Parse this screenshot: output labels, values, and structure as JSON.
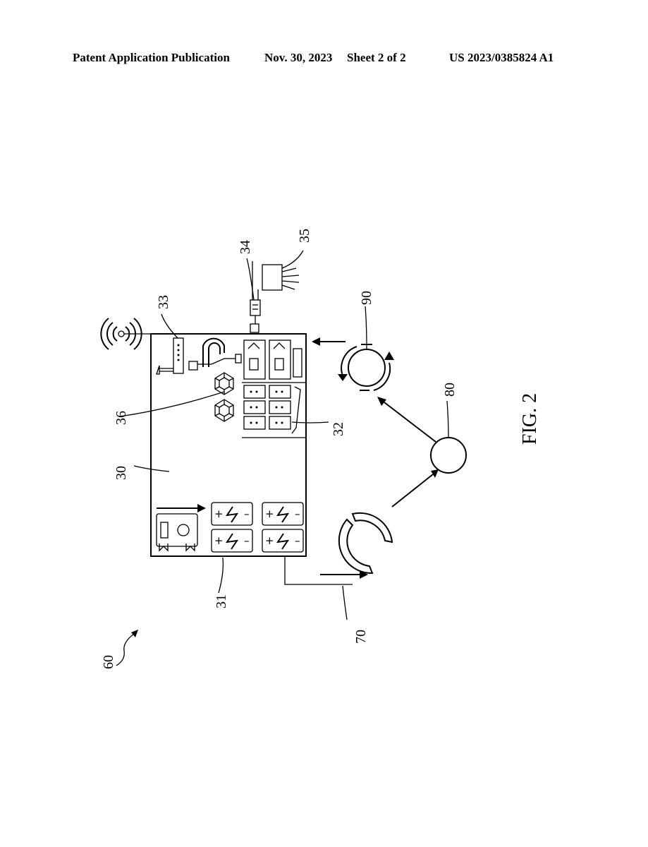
{
  "header": {
    "publication": "Patent Application Publication",
    "date": "Nov. 30, 2023",
    "sheet": "Sheet 2 of 2",
    "number": "US 2023/0385824 A1"
  },
  "figure": {
    "caption": "FIG. 2",
    "labels": {
      "system": "60",
      "device": "30",
      "battery_module": "31",
      "circuit_board_module": "32",
      "network_module": "33",
      "connector": "34",
      "cable": "35",
      "crystal_structure": "36",
      "collection_stage": "70",
      "processing_stage": "80",
      "recycling_stage": "90"
    }
  },
  "icons": [
    "wifi-signal-icon",
    "router-icon",
    "plug-icon",
    "hook-icon",
    "hexagon-icon",
    "battery-icon",
    "recycle-icon",
    "chip-icon",
    "arrow-icon"
  ]
}
